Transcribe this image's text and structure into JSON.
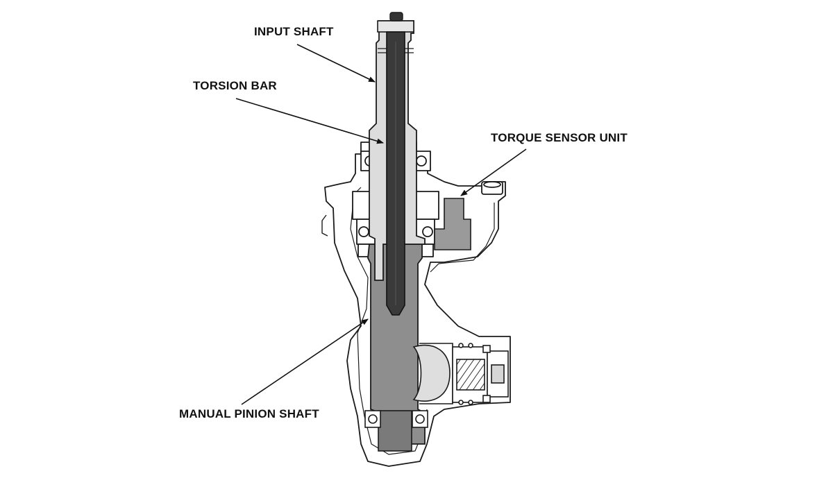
{
  "diagram": {
    "labels": {
      "input_shaft": "INPUT SHAFT",
      "torsion_bar": "TORSION BAR",
      "torque_sensor_unit": "TORQUE SENSOR UNIT",
      "manual_pinion_shaft": "MANUAL PINION SHAFT"
    },
    "colors": {
      "line": "#1a1a1a",
      "housing": "#ffffff",
      "shaft_light": "#dcdcdc",
      "torsion_bar": "#3a3a3a",
      "pinion": "#8e8e8e",
      "sensor": "#9a9a9a"
    }
  }
}
